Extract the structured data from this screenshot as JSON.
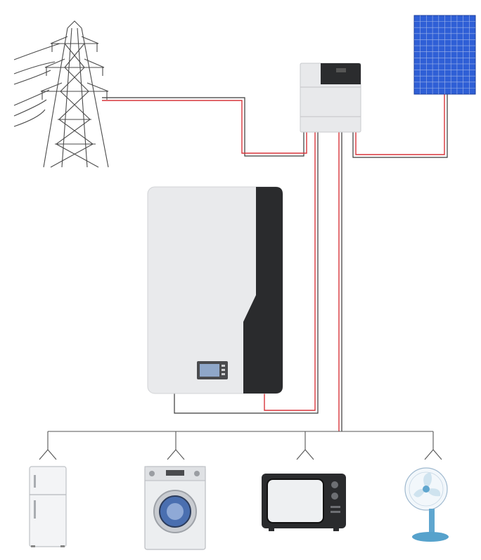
{
  "diagram": {
    "components": [
      {
        "id": "power-grid",
        "icon": "transmission-tower-icon"
      },
      {
        "id": "solar-panel",
        "icon": "solar-panel-icon"
      },
      {
        "id": "inverter",
        "icon": "inverter-icon"
      },
      {
        "id": "battery",
        "icon": "wall-battery-icon"
      },
      {
        "id": "refrigerator",
        "icon": "refrigerator-icon"
      },
      {
        "id": "washing-machine",
        "icon": "washing-machine-icon"
      },
      {
        "id": "television",
        "icon": "tv-icon"
      },
      {
        "id": "fan",
        "icon": "fan-icon"
      }
    ],
    "colors": {
      "wire_red": "#d9353b",
      "wire_dark": "#3a3a3a",
      "panel_blue": "#2f5fd6",
      "battery_body": "#e9eaec",
      "battery_dark": "#2a2b2d"
    }
  }
}
